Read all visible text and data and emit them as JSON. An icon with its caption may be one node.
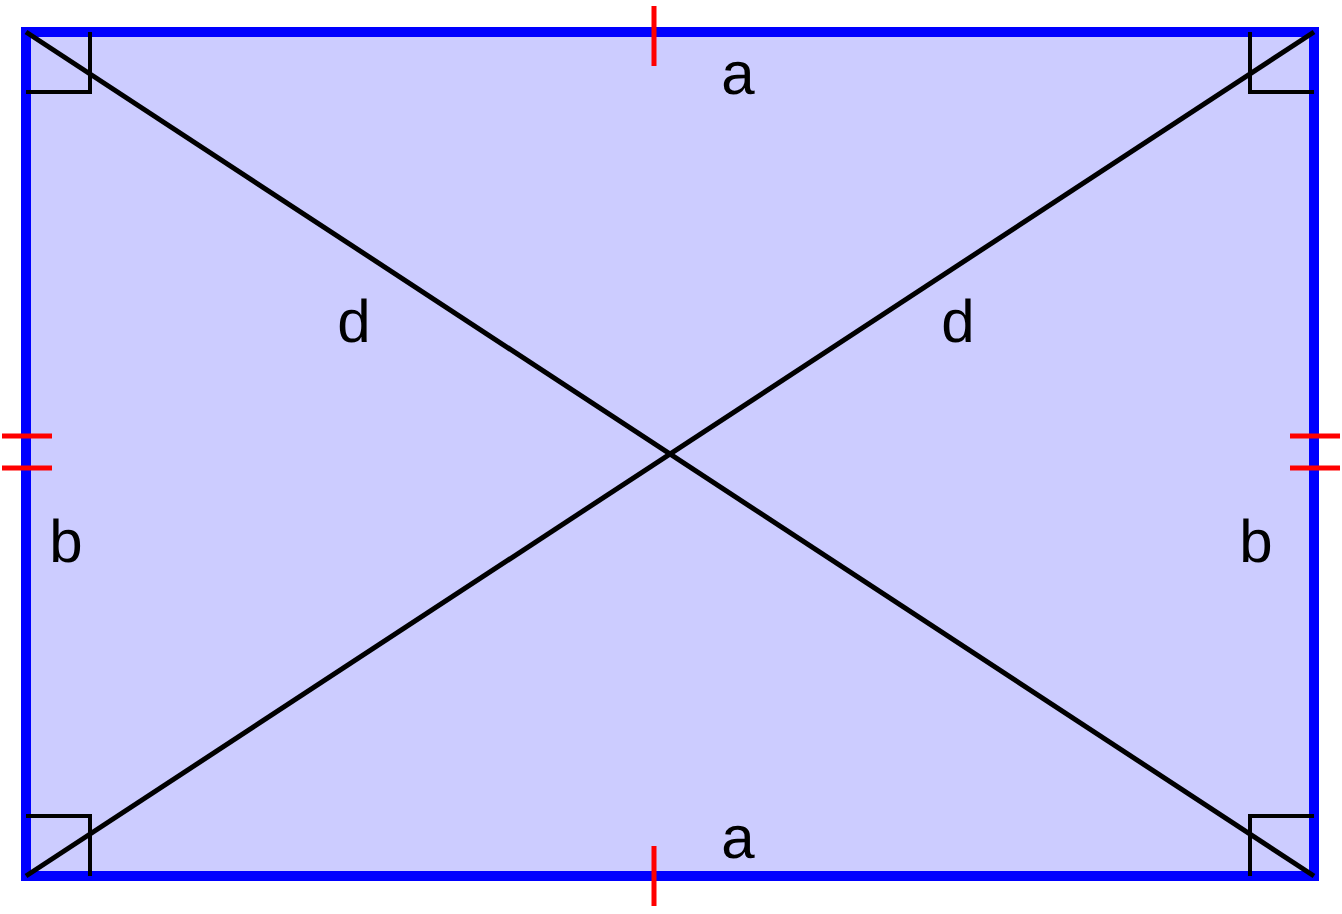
{
  "diagram": {
    "labels": [
      "a",
      "d",
      "d",
      "b",
      "b",
      "a"
    ]
  }
}
